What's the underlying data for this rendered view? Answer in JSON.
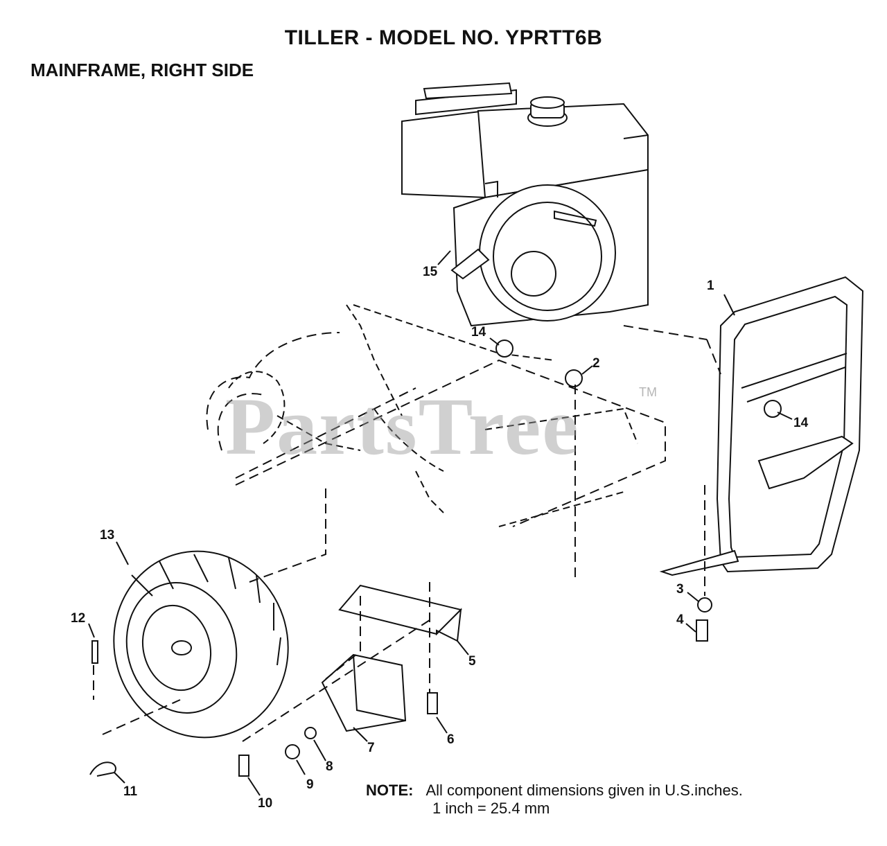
{
  "header": {
    "title": "TILLER - MODEL NO. YPRTT6B",
    "subtitle": "MAINFRAME, RIGHT SIDE"
  },
  "watermark": {
    "text": "PartsTree",
    "mark": "TM"
  },
  "callouts": [
    {
      "id": "c1",
      "label": "1"
    },
    {
      "id": "c2",
      "label": "2"
    },
    {
      "id": "c3",
      "label": "3"
    },
    {
      "id": "c4",
      "label": "4"
    },
    {
      "id": "c5",
      "label": "5"
    },
    {
      "id": "c6",
      "label": "6"
    },
    {
      "id": "c7",
      "label": "7"
    },
    {
      "id": "c8",
      "label": "8"
    },
    {
      "id": "c9",
      "label": "9"
    },
    {
      "id": "c10",
      "label": "10"
    },
    {
      "id": "c11",
      "label": "11"
    },
    {
      "id": "c12",
      "label": "12"
    },
    {
      "id": "c13",
      "label": "13"
    },
    {
      "id": "c14a",
      "label": "14"
    },
    {
      "id": "c14b",
      "label": "14"
    },
    {
      "id": "c15",
      "label": "15"
    }
  ],
  "note": {
    "label": "NOTE:",
    "line1": "All component dimensions given in U.S.inches.",
    "line2": "1 inch = 25.4 mm"
  }
}
